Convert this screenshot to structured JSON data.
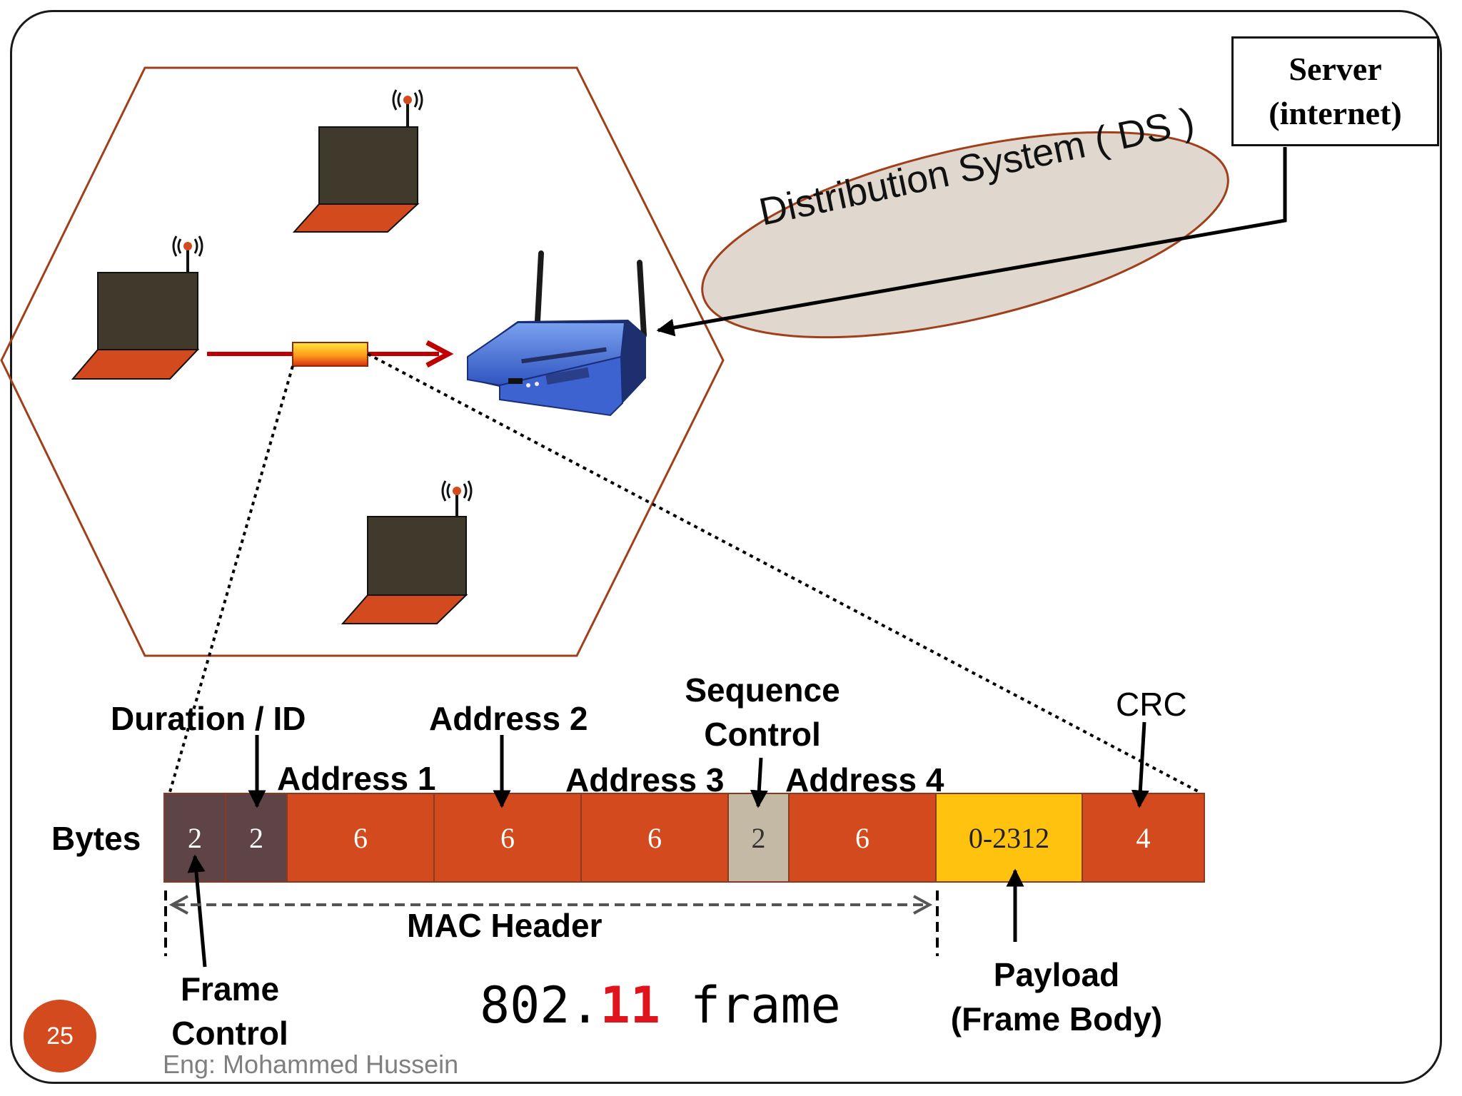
{
  "network": {
    "server_label_line1": "Server",
    "server_label_line2": "(internet)",
    "ds_label": "Distribution System ( DS )"
  },
  "frame_fields": [
    {
      "bytes": "2",
      "color": "#5e4447"
    },
    {
      "bytes": "2",
      "color": "#5e4447"
    },
    {
      "bytes": "6",
      "color": "#d24a1d"
    },
    {
      "bytes": "6",
      "color": "#d24a1d"
    },
    {
      "bytes": "6",
      "color": "#d24a1d"
    },
    {
      "bytes": "2",
      "color": "#c4b9a4"
    },
    {
      "bytes": "6",
      "color": "#d24a1d"
    },
    {
      "bytes": "0-2312",
      "color": "#ffc20e"
    },
    {
      "bytes": "4",
      "color": "#d24a1d"
    }
  ],
  "labels": {
    "bytes": "Bytes",
    "duration_id": "Duration / ID",
    "address1": "Address 1",
    "address2": "Address 2",
    "address3": "Address 3",
    "address4": "Address 4",
    "sequence_control_line1": "Sequence",
    "sequence_control_line2": "Control",
    "crc": "CRC",
    "frame_control_line1": "Frame",
    "frame_control_line2": "Control",
    "mac_header": "MAC Header",
    "payload_line1": "Payload",
    "payload_line2": "(Frame Body)"
  },
  "caption": {
    "prefix": "802.",
    "highlight": "11",
    "suffix": " frame"
  },
  "footer": {
    "page_number": "25",
    "author": "Eng: Mohammed Hussein"
  },
  "colors": {
    "hexagon_outline": "#a0401b",
    "laptop_screen": "#3f3a2c",
    "laptop_base": "#d24a1d",
    "frame_arrow": "#c00000",
    "router_body": "#4a6fd6"
  }
}
